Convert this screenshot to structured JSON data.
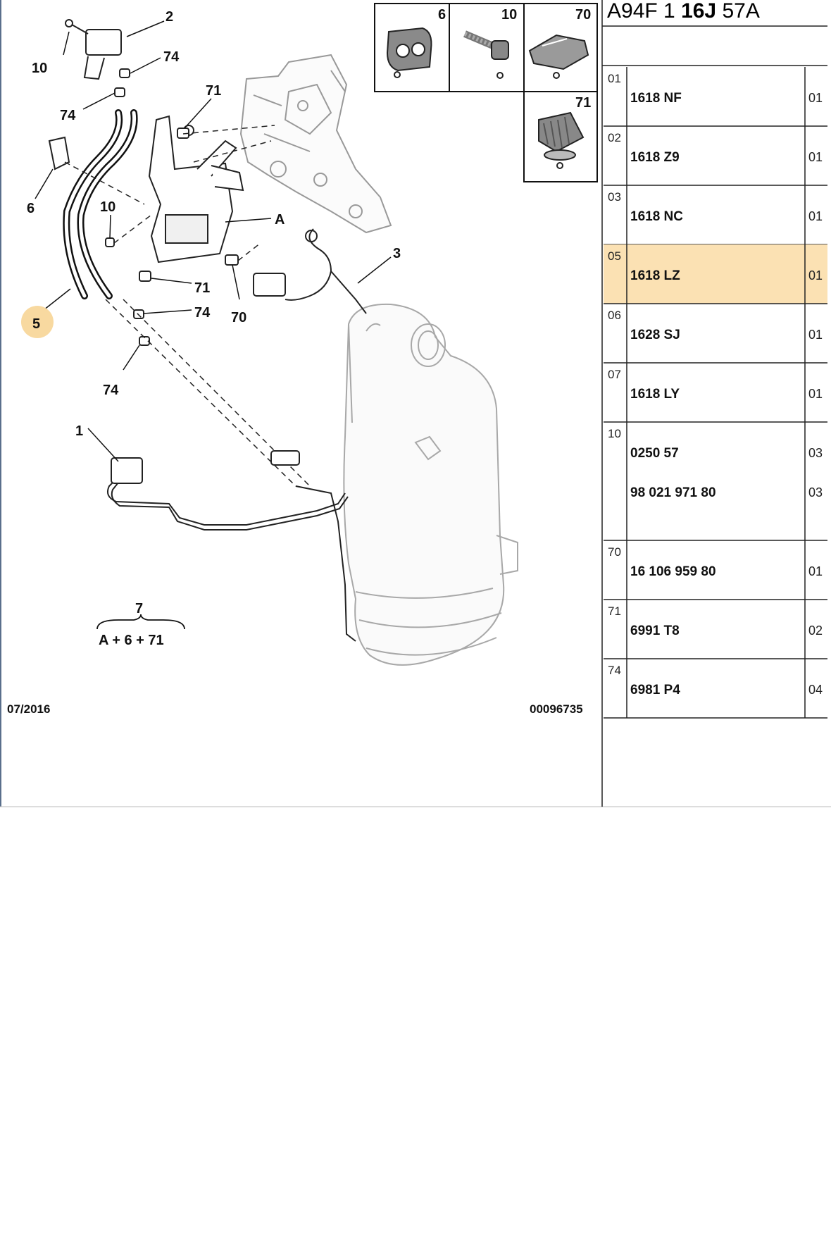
{
  "reference": {
    "prefix": "A94F 1 ",
    "bold": "16J",
    "suffix": " 57A"
  },
  "diagram": {
    "date": "07/2016",
    "code": "00096735",
    "callouts": [
      "2",
      "10",
      "74",
      "74",
      "6",
      "10",
      "71",
      "A",
      "3",
      "5",
      "71",
      "74",
      "70",
      "74",
      "1"
    ],
    "assembly": {
      "number": "7",
      "formula": "A + 6 + 71"
    }
  },
  "detail_boxes": [
    {
      "number": "6"
    },
    {
      "number": "10"
    },
    {
      "number": "70"
    },
    {
      "number": "71"
    }
  ],
  "parts": [
    {
      "index": "01",
      "part": "1618 NF",
      "qty": "01"
    },
    {
      "index": "02",
      "part": "1618 Z9",
      "qty": "01"
    },
    {
      "index": "03",
      "part": "1618 NC",
      "qty": "01"
    },
    {
      "index": "05",
      "part": "1618 LZ",
      "qty": "01",
      "highlighted": true
    },
    {
      "index": "06",
      "part": "1628 SJ",
      "qty": "01"
    },
    {
      "index": "07",
      "part": "1618 LY",
      "qty": "01"
    },
    {
      "index": "10",
      "part": "0250 57",
      "qty": "03",
      "part2": "98 021 971 80",
      "qty2": "03"
    },
    {
      "index": "70",
      "part": "16 106 959 80",
      "qty": "01"
    },
    {
      "index": "71",
      "part": "6991 T8",
      "qty": "02"
    },
    {
      "index": "74",
      "part": "6981 P4",
      "qty": "04"
    }
  ],
  "colors": {
    "highlight": "#fbe1b3",
    "callout_highlight": "#f8d9a0",
    "line": "#111111",
    "frame_left": "#5a6f8c"
  }
}
